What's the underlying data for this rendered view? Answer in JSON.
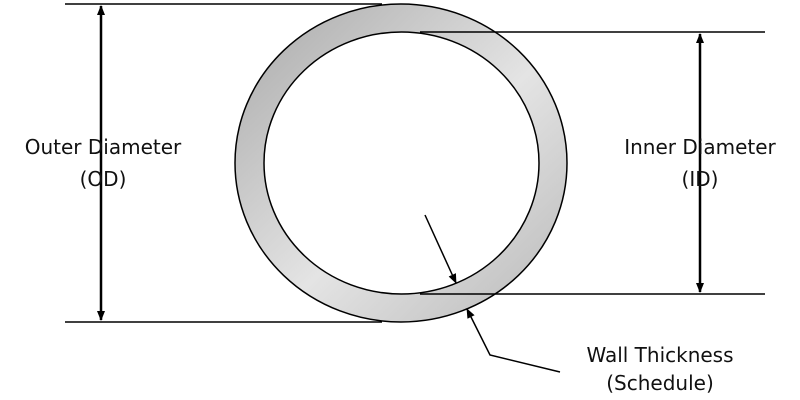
{
  "labels": {
    "outer_diameter": "Outer Diameter",
    "outer_abbrev": "(OD)",
    "inner_diameter": "Inner Diameter",
    "inner_abbrev": "(ID)",
    "wall_thickness": "Wall Thickness",
    "schedule": "(Schedule)"
  },
  "colors": {
    "ring_dark": "#a8a8a8",
    "ring_light": "#e4e4e4",
    "line": "#000000"
  }
}
